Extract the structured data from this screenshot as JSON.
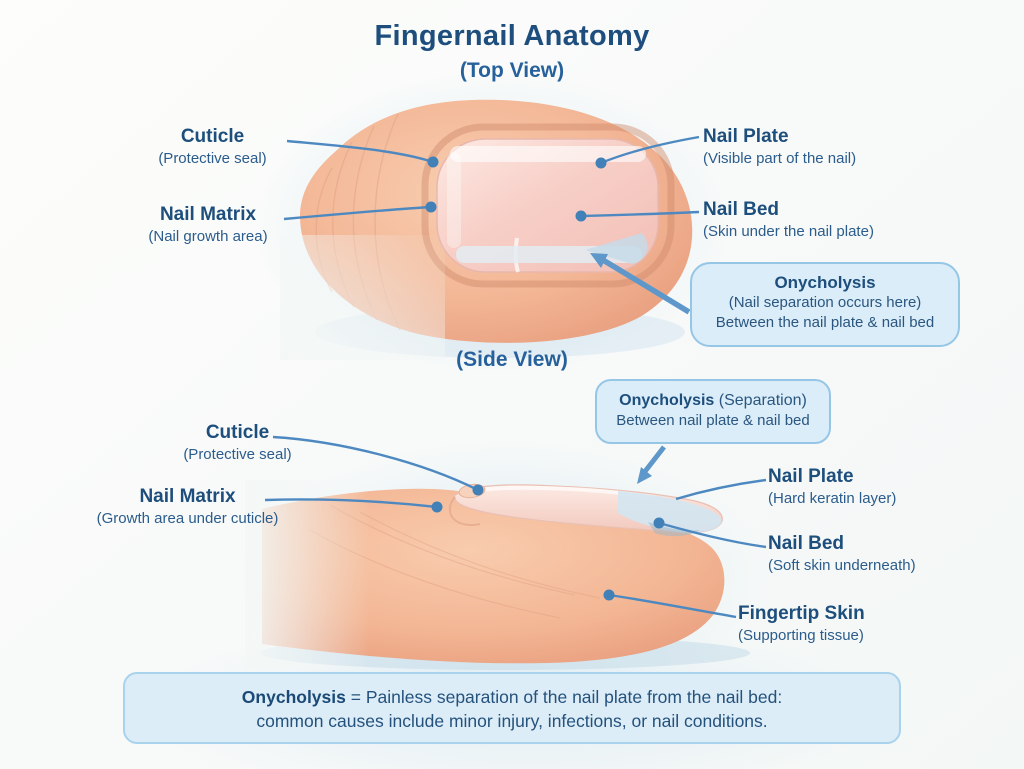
{
  "title": "Fingernail Anatomy",
  "top_view": {
    "heading": "(Top View)",
    "labels": {
      "cuticle": {
        "name": "Cuticle",
        "desc": "(Protective seal)"
      },
      "nail_matrix": {
        "name": "Nail Matrix",
        "desc": "(Nail growth area)"
      },
      "nail_plate": {
        "name": "Nail Plate",
        "desc": "(Visible part of the nail)"
      },
      "nail_bed": {
        "name": "Nail Bed",
        "desc": "(Skin under the nail plate)"
      }
    },
    "callout": {
      "title": "Onycholysis",
      "line1": "(Nail separation occurs here)",
      "line2": "Between the nail plate & nail bed"
    }
  },
  "side_view": {
    "heading": "(Side View)",
    "callout": {
      "title": "Onycholysis",
      "title_suffix": " (Separation)",
      "line2": "Between nail plate & nail bed"
    },
    "labels": {
      "cuticle": {
        "name": "Cuticle",
        "desc": "(Protective seal)"
      },
      "nail_matrix": {
        "name": "Nail Matrix",
        "desc": "(Growth area under cuticle)"
      },
      "nail_plate": {
        "name": "Nail Plate",
        "desc": "(Hard keratin layer)"
      },
      "nail_bed": {
        "name": "Nail Bed",
        "desc": "(Soft skin underneath)"
      },
      "fingertip_skin": {
        "name": "Fingertip Skin",
        "desc": "(Supporting tissue)"
      }
    }
  },
  "footer": {
    "term": "Onycholysis",
    "definition_line1": "=  Painless separation of the nail plate from the nail bed:",
    "definition_line2": "common causes include minor injury, infections, or nail conditions."
  },
  "colors": {
    "title_text": "#1e4e7d",
    "label_bold_text": "#1d4e7c",
    "label_sub_text": "#2b5c8c",
    "leader_line": "#4d89c0",
    "leader_dot": "#4181b8",
    "arrow": "#5e97c9",
    "callout_fill": "#dbedf9",
    "callout_border": "#96c6e6",
    "footer_fill": "#dcedf8",
    "footer_border": "#a9d2ec",
    "skin": "#f2b493",
    "skin_shade": "#e09274",
    "nail_pink": "#f5c9c1",
    "nail_free_edge": "#d3e6f2"
  }
}
